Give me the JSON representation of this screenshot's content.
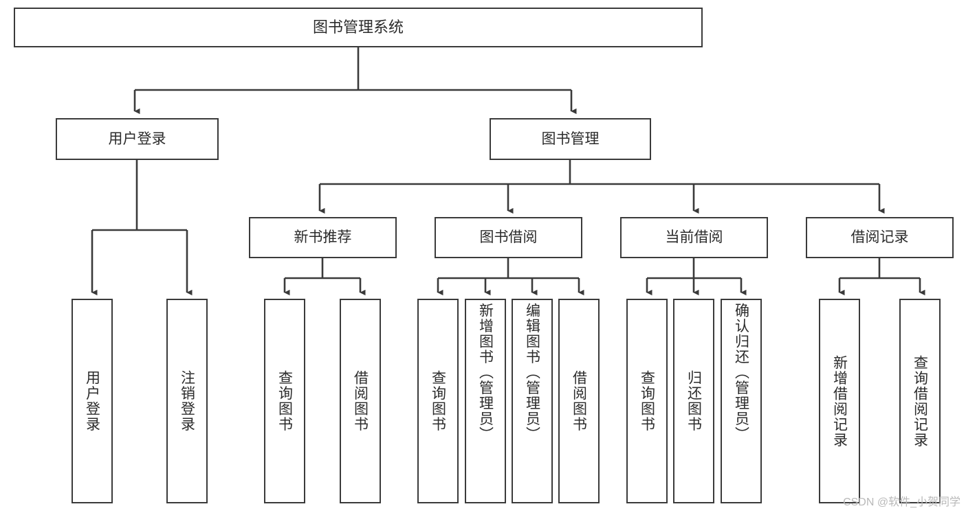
{
  "diagram": {
    "title": "图书管理系统",
    "type": "tree",
    "orientation": "top-down",
    "line_color": "#3a3a3a",
    "box_border_color": "#3a3a3a",
    "box_fill_color": "#ffffff",
    "text_color": "#2b2b2b",
    "background_color": "#ffffff"
  },
  "nodes": {
    "root": {
      "label": "图书管理系统",
      "level": 0
    },
    "level1": [
      {
        "id": "user-login",
        "label": "用户登录"
      },
      {
        "id": "book-management",
        "label": "图书管理"
      }
    ],
    "level2": [
      {
        "id": "new-book-recommend",
        "label": "新书推荐",
        "parent": "book-management"
      },
      {
        "id": "book-borrow",
        "label": "图书借阅",
        "parent": "book-management"
      },
      {
        "id": "current-borrow",
        "label": "当前借阅",
        "parent": "book-management"
      },
      {
        "id": "borrow-record",
        "label": "借阅记录",
        "parent": "book-management"
      }
    ],
    "leaves": [
      {
        "id": "leaf-user-login",
        "label": "用户登录",
        "parent": "user-login"
      },
      {
        "id": "leaf-logout-login",
        "label": "注销登录",
        "parent": "user-login"
      },
      {
        "id": "leaf-query-book-1",
        "label": "查询图书",
        "parent": "new-book-recommend"
      },
      {
        "id": "leaf-borrow-book-1",
        "label": "借阅图书",
        "parent": "new-book-recommend"
      },
      {
        "id": "leaf-query-book-2",
        "label": "查询图书",
        "parent": "book-borrow"
      },
      {
        "id": "leaf-add-book",
        "label": "新增图书（管理员）",
        "parent": "book-borrow"
      },
      {
        "id": "leaf-edit-book",
        "label": "编辑图书（管理员）",
        "parent": "book-borrow"
      },
      {
        "id": "leaf-borrow-book-2",
        "label": "借阅图书",
        "parent": "book-borrow"
      },
      {
        "id": "leaf-query-book-3",
        "label": "查询图书",
        "parent": "current-borrow"
      },
      {
        "id": "leaf-return-book",
        "label": "归还图书",
        "parent": "current-borrow"
      },
      {
        "id": "leaf-confirm-return",
        "label": "确认归还（管理员）",
        "parent": "current-borrow"
      },
      {
        "id": "leaf-add-record",
        "label": "新增借阅记录",
        "parent": "borrow-record"
      },
      {
        "id": "leaf-query-record",
        "label": "查询借阅记录",
        "parent": "borrow-record"
      }
    ]
  },
  "watermark": {
    "text": "CSDN @软件_小贺同学"
  }
}
